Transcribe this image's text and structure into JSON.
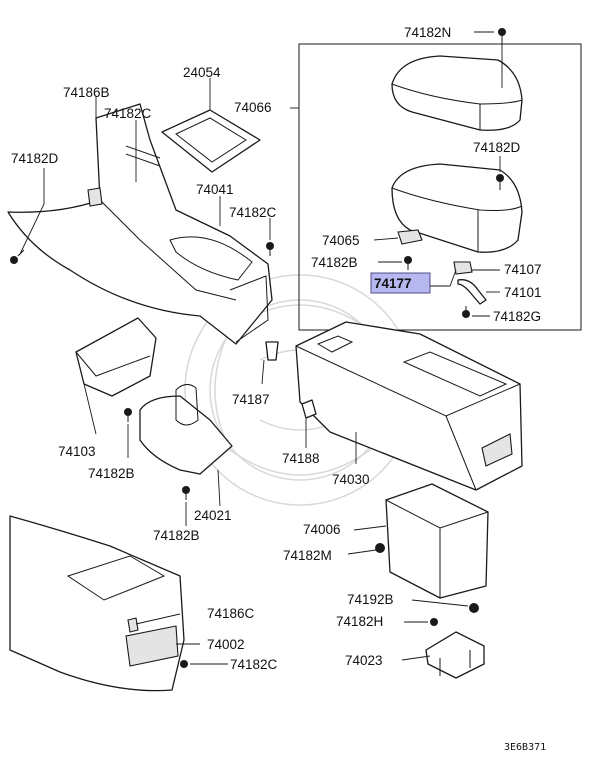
{
  "parts": {
    "p74182N": "74182N",
    "p24054": "24054",
    "p74186B": "74186B",
    "p74182C_top": "74182C",
    "p74066": "74066",
    "p74182D_right": "74182D",
    "p74182D_left": "74182D",
    "p74041": "74041",
    "p74182C_mid": "74182C",
    "p74065": "74065",
    "p74182B_top": "74182B",
    "p74107": "74107",
    "p74177": "74177",
    "p74101": "74101",
    "p74182G": "74182G",
    "p74187": "74187",
    "p74103": "74103",
    "p74182B_left": "74182B",
    "p74188": "74188",
    "p74030": "74030",
    "p24021": "24021",
    "p74182B_bottom": "74182B",
    "p74006": "74006",
    "p74182M": "74182M",
    "p74192B": "74192B",
    "p74182H": "74182H",
    "p74186C": "74186C",
    "p74002": "74002",
    "p74182C_bottom": "74182C",
    "p74023": "74023"
  },
  "diagram_code": "3E6B371",
  "highlight_color": "#b8b8f0"
}
